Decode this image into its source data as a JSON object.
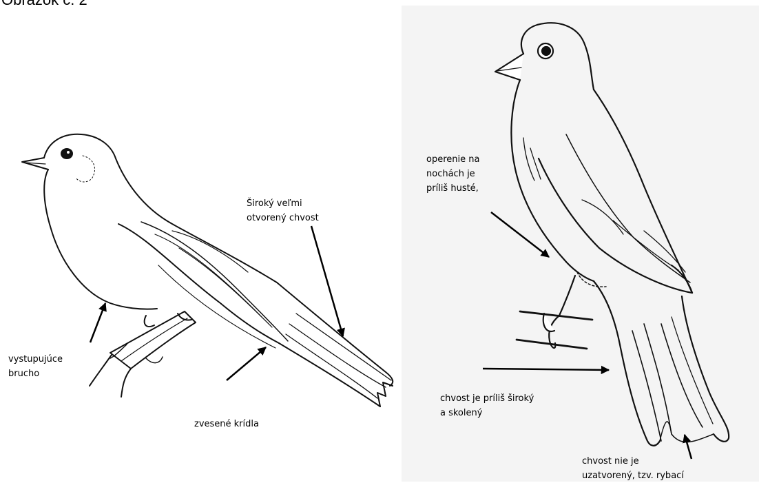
{
  "page": {
    "title": "Obrázok č. 2"
  },
  "left_figure": {
    "labels": {
      "tail": "Široký veľmi\notvorený chvost",
      "belly": "vystupujúce\nbrucho",
      "wings": "zvesené krídla"
    }
  },
  "right_figure": {
    "labels": {
      "legs": "operenie na\nnochách je\npríliš husté,",
      "tail_wide": "chvost je príliš široký\na skolený",
      "tail_fish": "chvost nie je\nuzatvorený, tzv. rybací"
    }
  }
}
